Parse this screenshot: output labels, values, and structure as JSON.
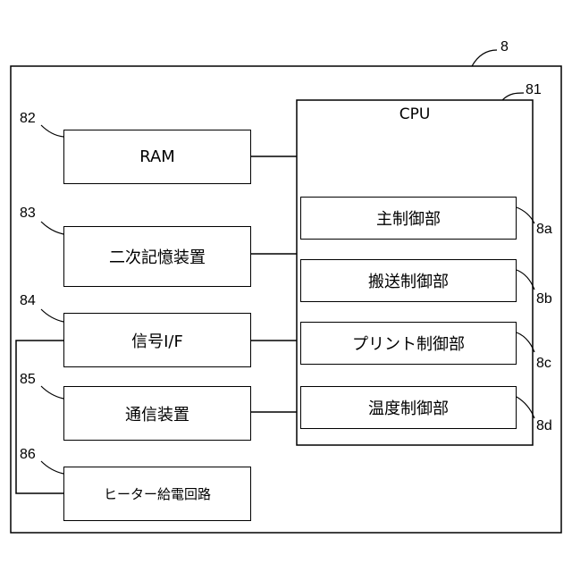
{
  "diagram": {
    "system": {
      "ref": "8"
    },
    "cpu": {
      "label": "CPU",
      "ref": "81"
    },
    "units": [
      {
        "ref": "8a",
        "label": "主制御部"
      },
      {
        "ref": "8b",
        "label": "搬送制御部"
      },
      {
        "ref": "8c",
        "label": "プリント制御部"
      },
      {
        "ref": "8d",
        "label": "温度制御部"
      }
    ],
    "components": [
      {
        "ref": "82",
        "label": "RAM"
      },
      {
        "ref": "83",
        "label": "二次記憶装置"
      },
      {
        "ref": "84",
        "label": "信号I/F"
      },
      {
        "ref": "85",
        "label": "通信装置"
      },
      {
        "ref": "86",
        "label": "ヒーター給電回路"
      }
    ]
  }
}
